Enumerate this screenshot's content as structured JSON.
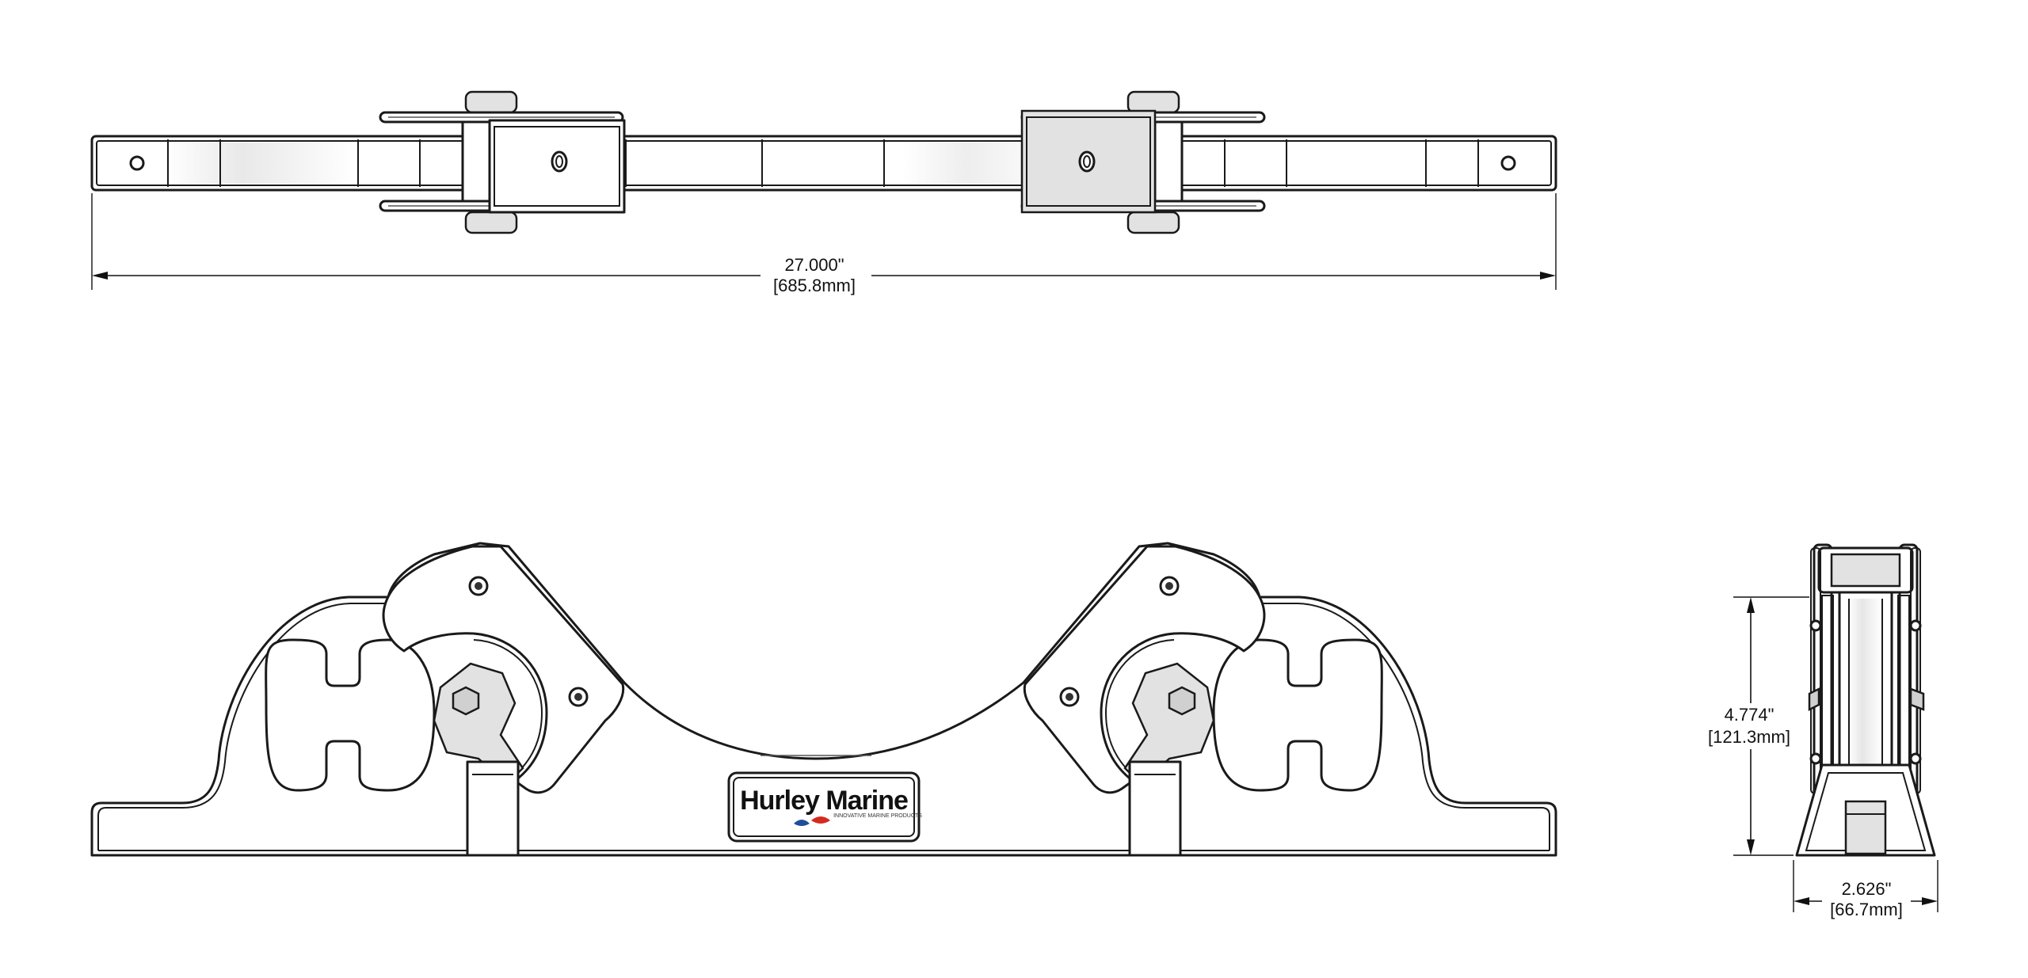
{
  "dimensions": {
    "overall_length": {
      "imperial": "27.000\"",
      "metric": "[685.8mm]"
    },
    "height": {
      "imperial": "4.774\"",
      "metric": "[121.3mm]"
    },
    "width": {
      "imperial": "2.626\"",
      "metric": "[66.7mm]"
    }
  },
  "logo": {
    "brand": "Hurley Marine",
    "tagline": "INNOVATIVE MARINE PRODUCTS",
    "accent_colors": {
      "left": "#1f4e9c",
      "right": "#d52b1e"
    }
  },
  "colors": {
    "line": "#1a1a1a",
    "shade": "#e2e2e2",
    "background": "#ffffff"
  }
}
